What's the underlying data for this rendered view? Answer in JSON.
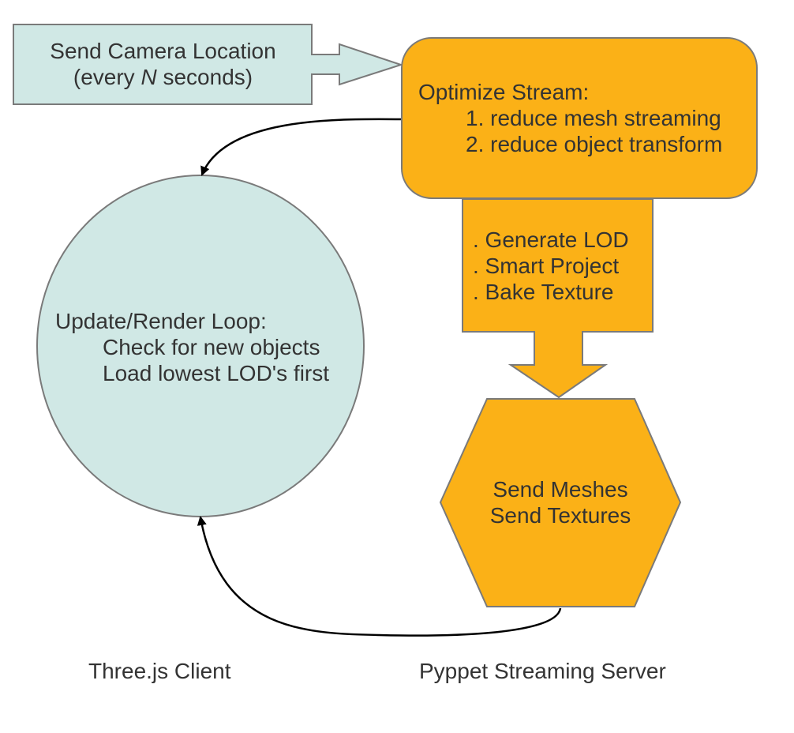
{
  "colors": {
    "client_fill": "#d0e8e5",
    "server_fill": "#fbb117",
    "stroke": "#7a7a7a",
    "text": "#333333",
    "connector": "#000000"
  },
  "camera_arrow": {
    "line1": "Send Camera Location",
    "line2_prefix": "(every ",
    "line2_var": "N",
    "line2_suffix": " seconds)"
  },
  "optimize_box": {
    "title": "Optimize Stream:",
    "items": [
      "1. reduce mesh streaming",
      "2. reduce object transform"
    ]
  },
  "process_arrow": {
    "items": [
      ". Generate LOD",
      ". Smart Project",
      ". Bake Texture"
    ]
  },
  "send_hexagon": {
    "lines": [
      "Send Meshes",
      "Send Textures"
    ]
  },
  "client_loop": {
    "title": "Update/Render Loop:",
    "items": [
      "Check for new objects",
      "Load lowest LOD's first"
    ]
  },
  "captions": {
    "client": "Three.js Client",
    "server": "Pyppet Streaming Server"
  }
}
